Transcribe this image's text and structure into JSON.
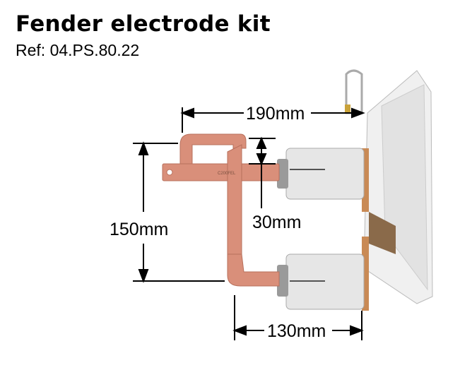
{
  "header": {
    "title": "Fender electrode kit",
    "ref": "Ref: 04.PS.80.22"
  },
  "dimensions": {
    "width_top": "190mm",
    "height_left": "150mm",
    "gap": "30mm",
    "width_bottom": "130mm"
  },
  "engraving": "C200FEL",
  "colors": {
    "copper": "#d98f7a",
    "body": "#e8e8e8",
    "arm": "#c98a55"
  }
}
